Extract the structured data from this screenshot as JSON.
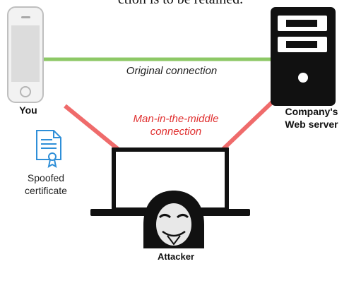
{
  "top_text": "ction is to be retained.",
  "nodes": {
    "you": "You",
    "server_line1": "Company's",
    "server_line2": "Web server",
    "attacker": "Attacker"
  },
  "connections": {
    "original": "Original connection",
    "mitm_line1": "Man-in-the-middle",
    "mitm_line2": "connection"
  },
  "certificate": {
    "line1": "Spoofed",
    "line2": "certificate"
  },
  "colors": {
    "original_line": "#8dc866",
    "mitm_line": "#ef6b6b",
    "mitm_text": "#e03030",
    "certificate_icon": "#2f8fd8",
    "dark": "#111111"
  },
  "icons": [
    "smartphone-icon",
    "server-icon",
    "laptop-icon",
    "hacker-icon",
    "certificate-icon"
  ]
}
